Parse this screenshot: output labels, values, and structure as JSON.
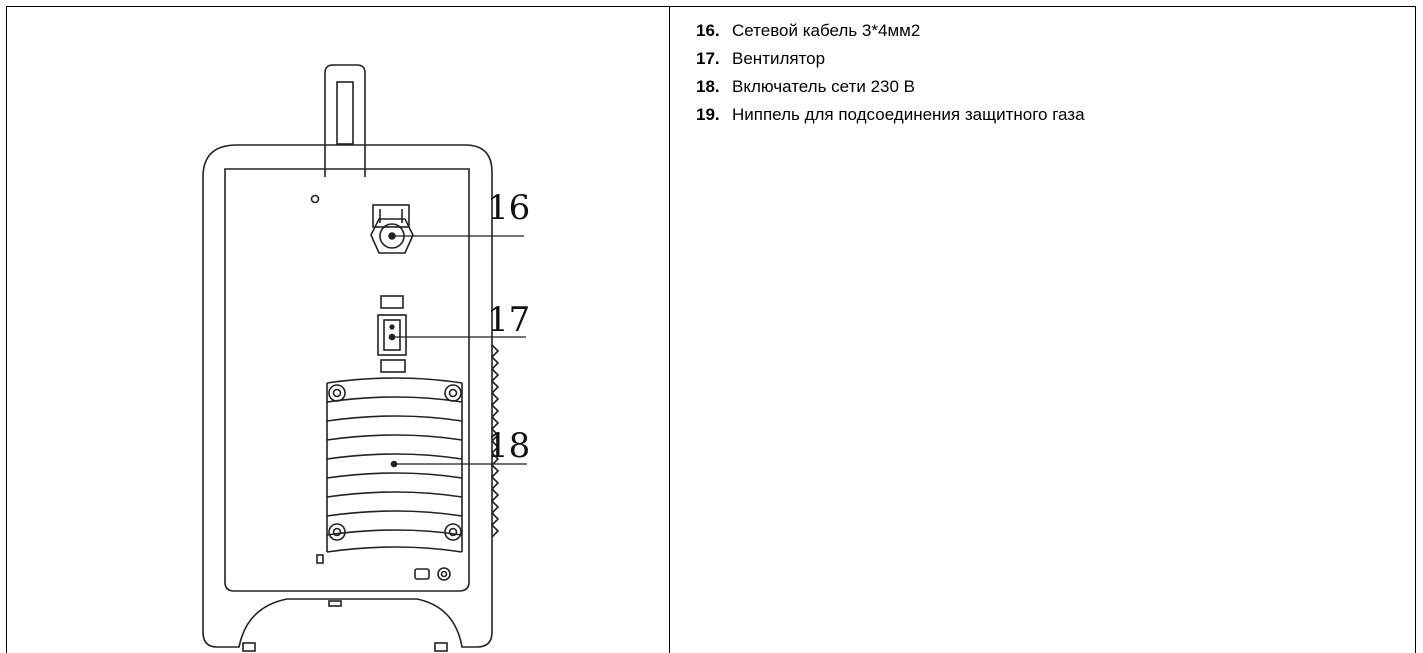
{
  "figure": {
    "callouts": [
      "16",
      "17",
      "18"
    ]
  },
  "legend": {
    "items": [
      {
        "number": "16.",
        "text": "Сетевой кабель 3*4мм2"
      },
      {
        "number": "17.",
        "text": "Вентилятор"
      },
      {
        "number": "18.",
        "text": "Включатель сети 230 В"
      },
      {
        "number": "19.",
        "text": "Ниппель для подсоединения защитного газа"
      }
    ]
  }
}
